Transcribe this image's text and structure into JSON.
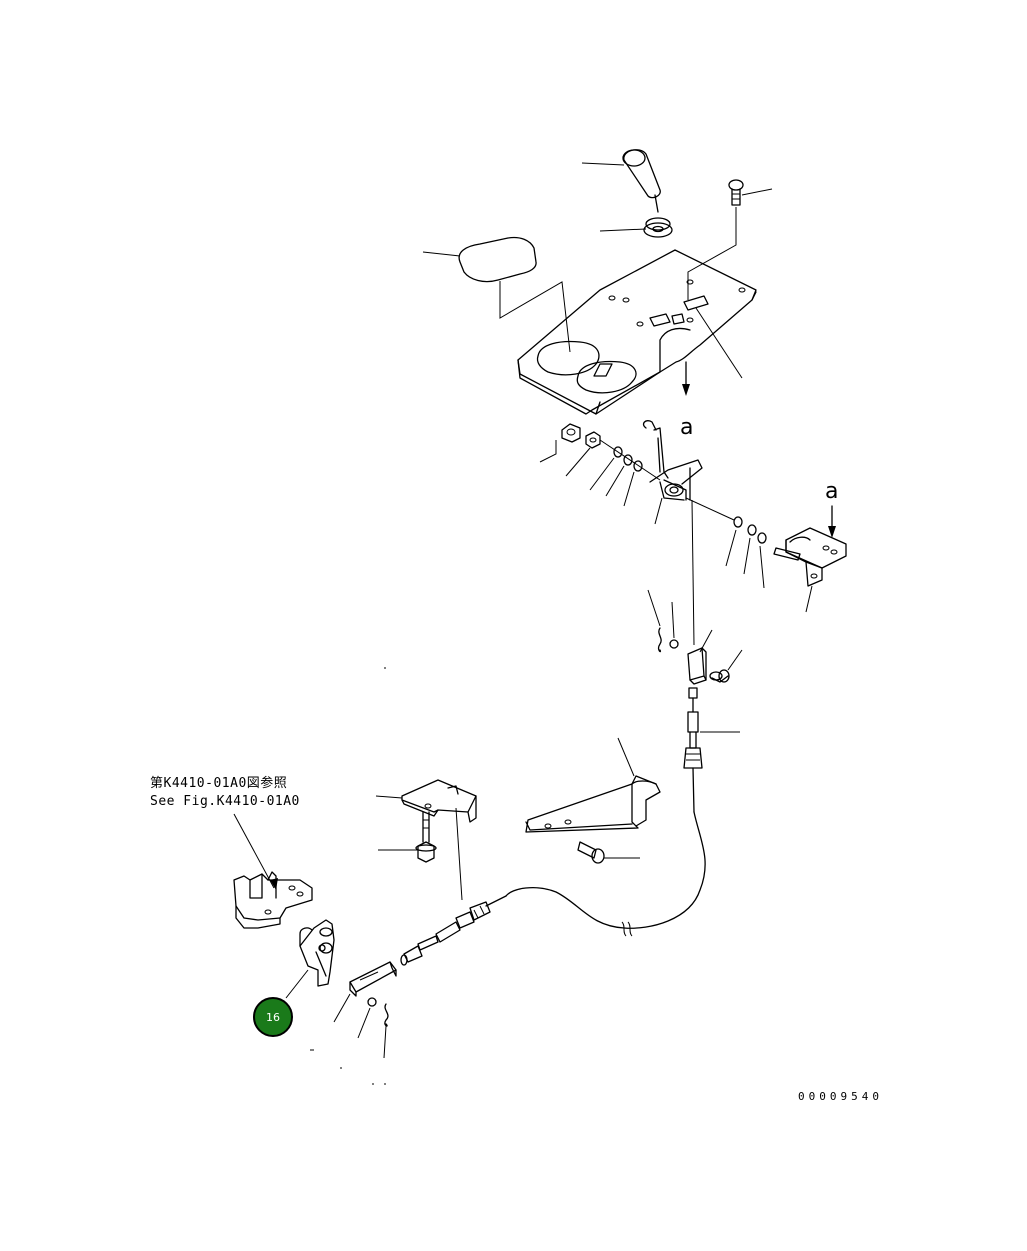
{
  "diagram": {
    "reference_note_jp": "第K4410-01A0図参照",
    "reference_note_en": "See Fig.K4410-01A0",
    "detail_label_top": "a",
    "detail_label_right": "a",
    "drawing_number": "00009540",
    "callout_badge": "16",
    "badge_color": "#1a7a1a"
  }
}
